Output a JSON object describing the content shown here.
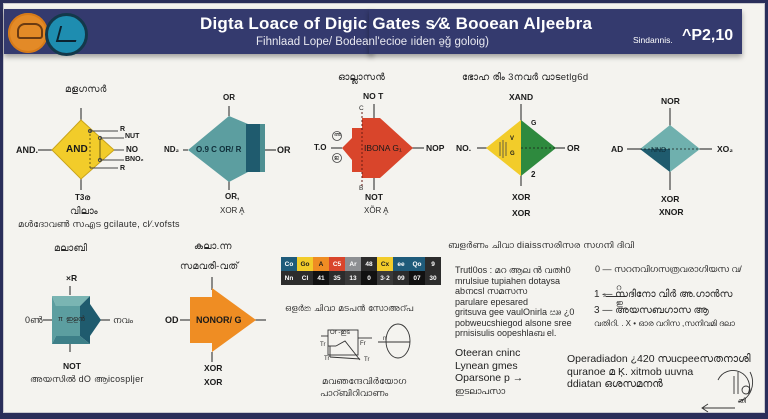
{
  "header": {
    "title": "Digta Loace of Digic Gates s⁄& Booean Alȷeebra",
    "subtitle": "Fihnlaad Lope/ Bodeanl'ecioe ıiden ə̱ǧ goloig)",
    "version_label": "Sindannis.",
    "version_value": "^P2,10",
    "logos": [
      "orange-seal-logo",
      "teal-seal-logo"
    ]
  },
  "colors": {
    "header_bg": "#343a6e",
    "page_bg": "#f4f3ef",
    "yellow": "#f2cc2a",
    "teal": "#5c9ea0",
    "teal_dark": "#1f5b6e",
    "red": "#d9452b",
    "green": "#2e8a3e",
    "orange": "#ef8d23"
  },
  "gates": {
    "and": {
      "heading": "മളഗസർ",
      "center": "AND",
      "input": "AND.",
      "outputs": [
        "R",
        "NUT",
        "NO",
        "BNO₂",
        "R"
      ],
      "bottom": "T3ര",
      "caption1": "വിലാം",
      "caption2": "മൾദോവൺ സഎട gcilaute, cl⁄.vofsts"
    },
    "or": {
      "top": "OR",
      "input": "ND₂",
      "center": "O.9  C  OR/  R",
      "output": "OR",
      "bottom": "OR,",
      "caption": "XOR A̧"
    },
    "nand": {
      "heading": "ഓല്ലാസൻ",
      "top": "NO T",
      "top_pin": "C",
      "input": "T.O",
      "pin_a": "അ",
      "pin_b": "ഇ",
      "center": "IBONA G₁",
      "output": "NOP",
      "bottom_pin": "B",
      "bottom": "NOT",
      "caption": "XÕR A̧"
    },
    "xand": {
      "heading": "ഭോഹ രിം 3നവർ വാടetlg6d",
      "top": "XAND",
      "input": "NO.",
      "labels": [
        "G",
        "V",
        "G",
        "2"
      ],
      "output": "OR",
      "bottom": "XOR",
      "caption": "XOR"
    },
    "nor": {
      "top": "NOR",
      "input": "AD",
      "center": "NND",
      "output": "XO₂",
      "bottom": "XOR",
      "caption": "XNOR"
    },
    "not": {
      "heading": "മലാബി",
      "top": "×R",
      "input": "0ൺ",
      "center_left": "π",
      "center": "ഇളൻ",
      "output": "നവം",
      "bottom": "NOT",
      "caption": "അയസിൽ dO ആicospljer"
    },
    "nonor": {
      "heading1": "കലാ.ന്ന",
      "heading2": "സമവരി-വത്",
      "input": "OD",
      "center": "NONOR/ G",
      "bottom": "XOR",
      "caption": "XOR"
    }
  },
  "legend_table": {
    "rows": [
      [
        {
          "text": "Co",
          "bg": "#1f5b7a",
          "fg": "#ffffff"
        },
        {
          "text": "Go",
          "bg": "#f2cc2a",
          "fg": "#1a1a1a"
        },
        {
          "text": "A",
          "bg": "#ef8d23",
          "fg": "#1a1a1a"
        },
        {
          "text": "C5",
          "bg": "#d9452b",
          "fg": "#ffffff"
        },
        {
          "text": "Ar",
          "bg": "#8d8f92",
          "fg": "#ffffff"
        },
        {
          "text": "48",
          "bg": "#2c2c2c",
          "fg": "#ffffff"
        },
        {
          "text": "Cx",
          "bg": "#f2cc2a",
          "fg": "#1a1a1a"
        },
        {
          "text": "ee",
          "bg": "#1f5b7a",
          "fg": "#ffffff"
        },
        {
          "text": "Qo",
          "bg": "#1f5b7a",
          "fg": "#ffffff"
        },
        {
          "text": "9",
          "bg": "#2c2c2c",
          "fg": "#ffffff"
        }
      ],
      [
        {
          "text": "Nn",
          "bg": "#2c2c2c",
          "fg": "#ffffff"
        },
        {
          "text": "Cl",
          "bg": "#2c2c2c",
          "fg": "#ffffff"
        },
        {
          "text": "41",
          "bg": "#111111",
          "fg": "#ffffff"
        },
        {
          "text": "35",
          "bg": "#2c2c2c",
          "fg": "#ffffff"
        },
        {
          "text": "13",
          "bg": "#3a3a3a",
          "fg": "#ffffff"
        },
        {
          "text": "0",
          "bg": "#111111",
          "fg": "#ffffff"
        },
        {
          "text": "3·2",
          "bg": "#3a3a3a",
          "fg": "#ffffff"
        },
        {
          "text": "09",
          "bg": "#2c2c2c",
          "fg": "#ffffff"
        },
        {
          "text": "07",
          "bg": "#111111",
          "fg": "#ffffff"
        },
        {
          "text": "30",
          "bg": "#2c2c2c",
          "fg": "#ffffff"
        }
      ]
    ]
  },
  "circuit_note": {
    "heading": "ഒളർක ചിവാ മടപൻ സോഅറ്പ",
    "box_label": "Or  -ഇട",
    "pins": [
      "Tr",
      "Tr",
      "Tr",
      "Fr",
      "n"
    ],
    "caption1": "മവഞന്ദേവിർയോഗ",
    "caption2": "പാറ്ബിറിവാണം"
  },
  "truth_section": {
    "heading": "ബളർണം ചിവാ diaissസരിസര സഗനി ദിവി",
    "lines": [
      "Trutl0os : മറ ആല ൻ വതh0",
      "mrulsiue tupiahen dotaysa",
      "abനcsl സമസസ",
      "parulare epesared",
      "gritsuva gee vaulOnirla ඎ ¿0",
      "pobweucshiegod alsone sree",
      "prnisisulis oopeshlaബ el."
    ]
  },
  "formula_section": {
    "lines": [
      "0 —  സറനവിഗസത്രവരാഗിയസ വ/",
      "1 —  സദിനോ വിർ അ.ഗാൻസ",
      "3 —  അയസബഗാസ ആ",
      "വതിറി. . X • ഓര വറിസ ,സനിവമി ദലാ"
    ],
    "fraction_num": "റ",
    "fraction_den": "ഇ",
    "fraction_prefix": "s"
  },
  "ops_section": {
    "lines": [
      "Oteeran cninc",
      "Lynean gmes",
      "Oparsone p →",
      "ഇടലാപസാ"
    ]
  },
  "ops_description": {
    "lines": [
      "Operadiadon ¿420 സucpeeസതനാശി",
      "quranoe മ Ķ. xitmob uuvna",
      "ddiatan ഒശസമനൻ"
    ],
    "diagram_label": "തി"
  }
}
